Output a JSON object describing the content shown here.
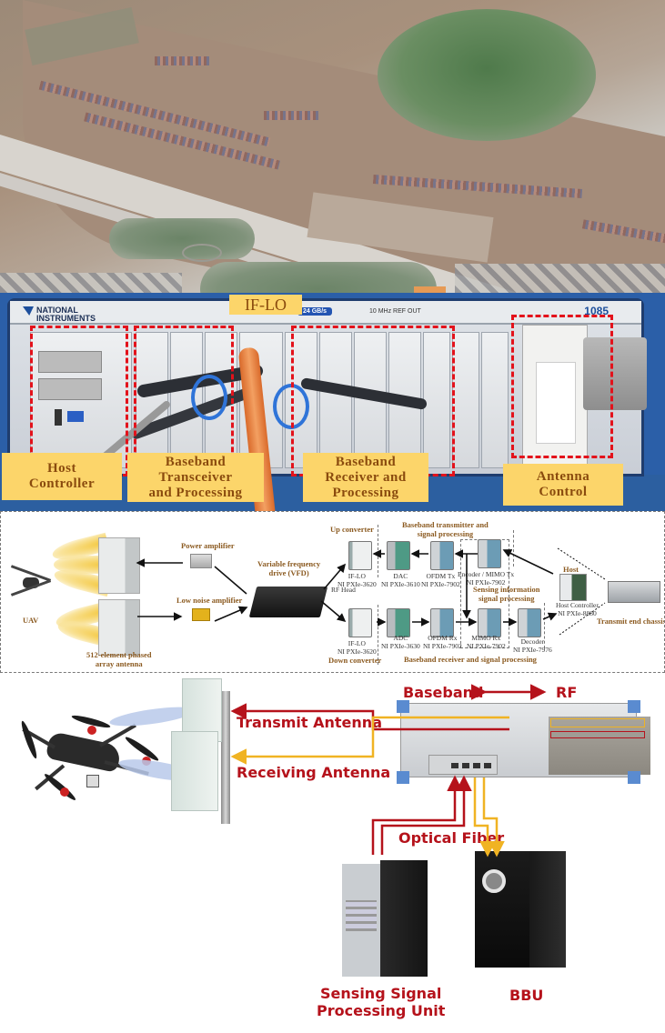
{
  "panel1": {
    "type": "aerial-photo",
    "description": "Satellite view of coastal town, harbor with boats and forested island"
  },
  "panel2": {
    "header_label": "IF-LO",
    "brand": "NATIONAL INSTRUMENTS",
    "speed_badge": "24 GB/s",
    "ref_text": "10 MHz REF  OUT",
    "model": "1085",
    "labels": [
      {
        "id": "host",
        "text": "Host Controller"
      },
      {
        "id": "tx",
        "text": "Baseband Transceiver and Processing"
      },
      {
        "id": "rx",
        "text": "Baseband Receiver and Processing"
      },
      {
        "id": "antenna",
        "text": "Antenna Control"
      }
    ],
    "label_lines": {
      "host": [
        "Host",
        "Controller"
      ],
      "tx": [
        "Baseband",
        "Transceiver",
        "and Processing"
      ],
      "rx": [
        "Baseband",
        "Receiver and",
        "Processing"
      ],
      "antenna": [
        "Antenna",
        "Control"
      ]
    },
    "colors": {
      "label_bg": "#fcd56a",
      "label_text": "#8a4b0e",
      "dash": "#e3121b"
    }
  },
  "panel3": {
    "uav": "UAV",
    "antenna": [
      "512-element phased",
      "array antenna"
    ],
    "power_amp": "Power amplifier",
    "lna": "Low noise amplifier",
    "vfd": [
      "Variable frequency",
      "drive (VFD)"
    ],
    "rf_head": "RF Head",
    "up_converter": "Up  converter",
    "down_converter": "Down converter",
    "bb_tx_title": [
      "Baseband transmitter and",
      "signal processing"
    ],
    "bb_rx_title": "Baseband receiver and signal processing",
    "sensing_title": [
      "Sensing information",
      "signal processing"
    ],
    "host_title": "Host",
    "chassis_title": "Transmit end chassis",
    "devices": {
      "iflo_up": [
        "IF-LO",
        "NI PXIe-3620"
      ],
      "dac": [
        "DAC",
        "NI PXIe-3610"
      ],
      "ofdm_tx": [
        "OFDM Tx",
        "NI PXIe-7902"
      ],
      "enc_mimo_tx": [
        "Encoder / MIMO Tx",
        "NI PXIe-7902"
      ],
      "iflo_down": [
        "IF-LO",
        "NI PXIe-3620"
      ],
      "adc": [
        "ADC",
        "NI PXIe-3630"
      ],
      "ofdm_rx": [
        "OFDM Rx",
        "NI PXIe-7902"
      ],
      "mimo_rx": [
        "MIMO Rx",
        "NI PXIe-7902"
      ],
      "decoder": [
        "Decoder",
        "NI PXIe-7976"
      ],
      "host_ctrl": [
        "Host Controller",
        "NI PXIe-8880"
      ]
    }
  },
  "panel4": {
    "transmit_antenna": "Transmit Antenna",
    "receiving_antenna": "Receiving Antenna",
    "baseband": "Baseband",
    "rf": "RF",
    "optical_fiber": "Optical Fiber",
    "sensing_unit": [
      "Sensing Signal",
      "Processing Unit"
    ],
    "bbu": "BBU",
    "colors": {
      "red": "#b5121b",
      "yellow": "#f0b323"
    }
  }
}
